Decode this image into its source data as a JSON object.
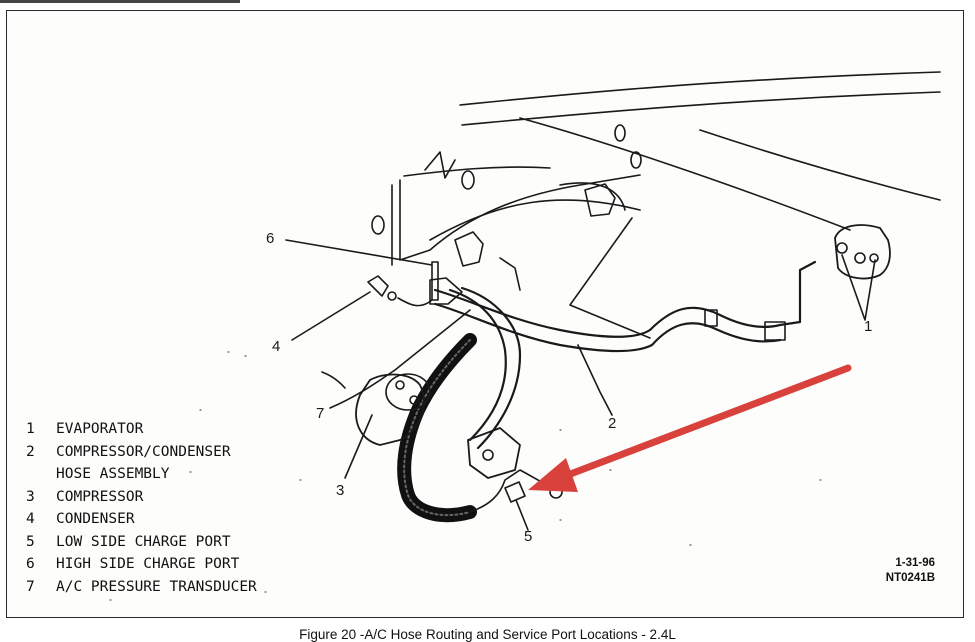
{
  "legend": [
    {
      "num": "1",
      "label": "EVAPORATOR"
    },
    {
      "num": "2",
      "label": "COMPRESSOR/CONDENSER"
    },
    {
      "num": "",
      "label": "HOSE ASSEMBLY"
    },
    {
      "num": "3",
      "label": "COMPRESSOR"
    },
    {
      "num": "4",
      "label": "CONDENSER"
    },
    {
      "num": "5",
      "label": "LOW SIDE CHARGE PORT"
    },
    {
      "num": "6",
      "label": "HIGH SIDE CHARGE PORT"
    },
    {
      "num": "7",
      "label": "A/C PRESSURE TRANSDUCER"
    }
  ],
  "callouts": {
    "c1": "1",
    "c2": "2",
    "c3": "3",
    "c4": "4",
    "c5": "5",
    "c6": "6",
    "c7": "7"
  },
  "code": {
    "line1": "1-31-96",
    "line2": "NT0241B"
  },
  "caption": "Figure 20 -A/C Hose Routing and Service Port Locations - 2.4L",
  "colors": {
    "arrow": "#d9423c",
    "line": "#1a1a1a"
  }
}
